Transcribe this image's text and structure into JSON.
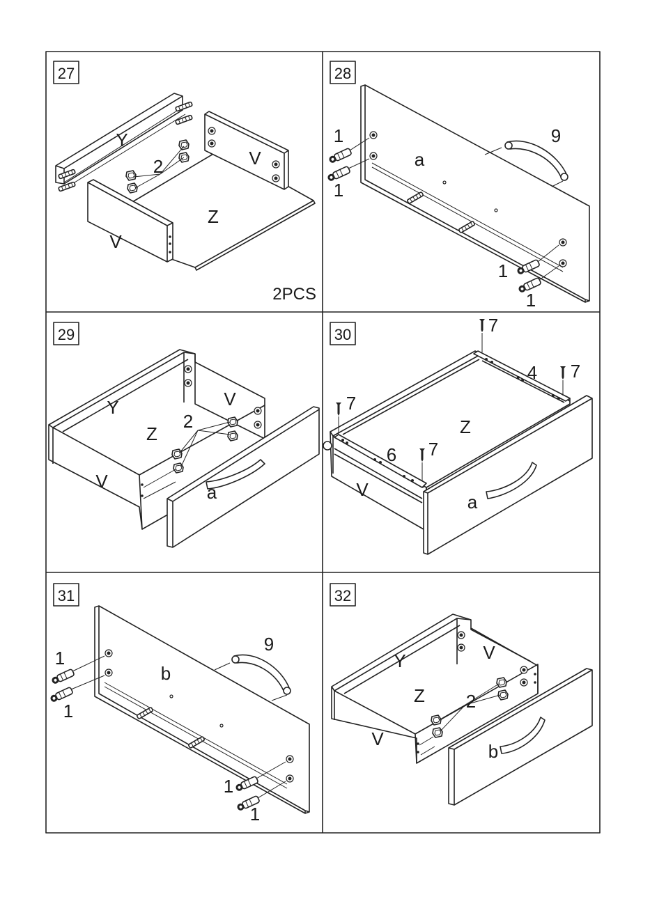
{
  "panels": [
    {
      "step": "27",
      "labels": {
        "y": "Y",
        "v1": "V",
        "v2": "V",
        "z": "Z",
        "n2": "2"
      },
      "note": "2PCS"
    },
    {
      "step": "28",
      "labels": {
        "a": "a",
        "n9": "9",
        "n1a": "1",
        "n1b": "1",
        "n1c": "1",
        "n1d": "1"
      }
    },
    {
      "step": "29",
      "labels": {
        "y": "Y",
        "v1": "V",
        "v2": "V",
        "z": "Z",
        "n2": "2",
        "a": "a"
      }
    },
    {
      "step": "30",
      "labels": {
        "n7a": "7",
        "n7b": "7",
        "n7c": "7",
        "n7d": "7",
        "n4": "4",
        "n6": "6",
        "z": "Z",
        "v": "V",
        "a": "a"
      }
    },
    {
      "step": "31",
      "labels": {
        "b": "b",
        "n9": "9",
        "n1a": "1",
        "n1b": "1",
        "n1c": "1",
        "n1d": "1"
      }
    },
    {
      "step": "32",
      "labels": {
        "y": "Y",
        "v1": "V",
        "v2": "V",
        "z": "Z",
        "n2": "2",
        "b": "b"
      }
    }
  ]
}
